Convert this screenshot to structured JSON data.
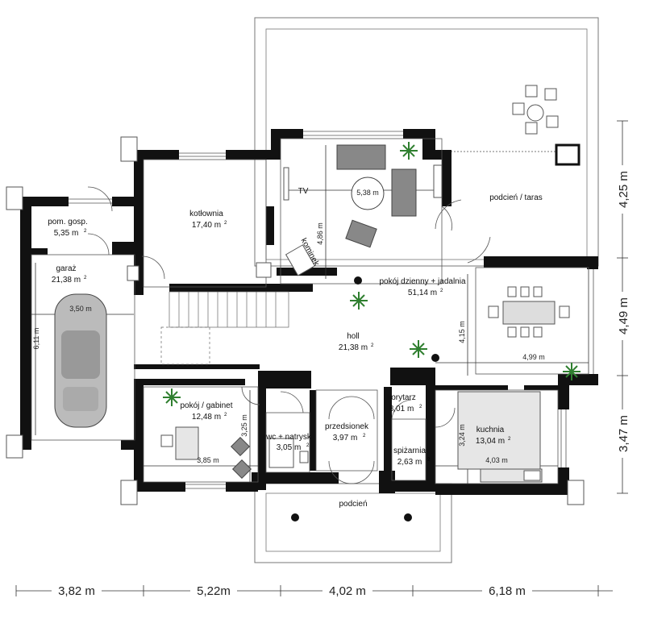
{
  "rooms": [
    {
      "name": "pom. gosp.",
      "area": "5,35 m"
    },
    {
      "name": "garaż",
      "area": "21,38 m"
    },
    {
      "name": "kotłownia",
      "area": "17,40 m"
    },
    {
      "name": "pokój dzienny + jadalnia",
      "area": "51,14 m"
    },
    {
      "name": "holl",
      "area": "21,38 m"
    },
    {
      "name": "pokój / gabinet",
      "area": "12,48 m"
    },
    {
      "name": "wc + natrysk",
      "area": "3,05 m"
    },
    {
      "name": "przedsionek",
      "area": "3,97 m"
    },
    {
      "name": "korytarz",
      "area": "8,01 m"
    },
    {
      "name": "spiżarnia",
      "area": "2,63 m"
    },
    {
      "name": "kuchnia",
      "area": "13,04 m"
    }
  ],
  "area_unit_exponent": "2",
  "labels": {
    "podcien_taras": "podcień / taras",
    "podcien": "podcień",
    "tv": "TV",
    "kominek": "kominek"
  },
  "inner_dims": {
    "garage_width": "3,50 m",
    "garage_depth": "6,11 m",
    "living_width": "5,38 m",
    "living_depth": "4,86 m",
    "dining_depth": "4,15 m",
    "dining_width": "4,99 m",
    "office_depth": "3,25 m",
    "office_width": "3,85 m",
    "kitchen_depth": "3,24 m",
    "kitchen_width": "4,03 m"
  },
  "bottom_dims": [
    "3,82 m",
    "5,22m",
    "4,02 m",
    "6,18 m"
  ],
  "right_dims": [
    "4,25 m",
    "4,49 m",
    "3,47 m"
  ],
  "colors": {
    "wall": "#111111",
    "line": "#777777",
    "furniture": "#888888",
    "plant": "#2f7f2f"
  }
}
